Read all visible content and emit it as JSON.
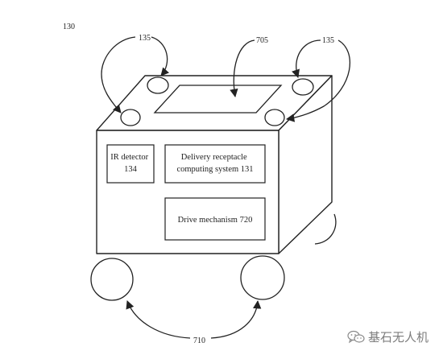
{
  "figure": {
    "ref_figure": "130",
    "ref_bump_left": "135",
    "ref_bump_right": "135",
    "ref_receptacle": "705",
    "ref_wheels": "710"
  },
  "components": {
    "ir_detector": [
      "IR detector",
      "134"
    ],
    "computing_system": [
      "Delivery receptacle",
      "computing system  131"
    ],
    "drive": [
      "Drive mechanism 720"
    ]
  },
  "watermark": {
    "text": "基石无人机",
    "icon": "wechat-icon"
  }
}
